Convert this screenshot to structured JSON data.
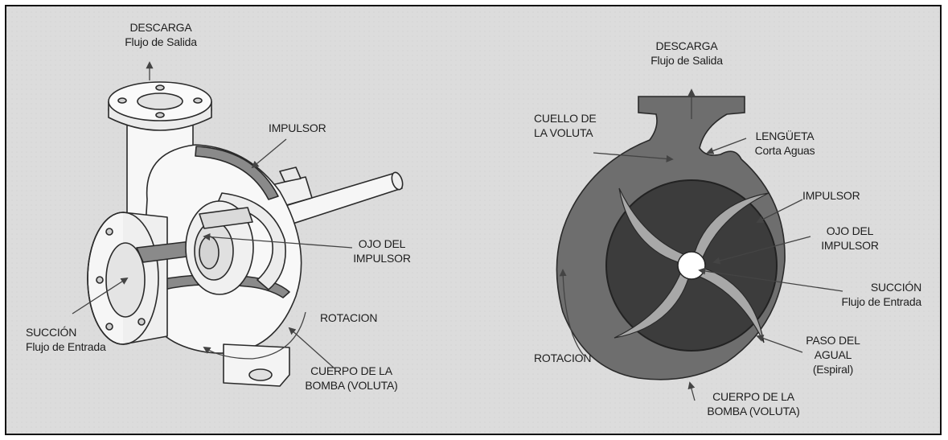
{
  "left": {
    "descarga_1": "DESCARGA",
    "descarga_2": "Flujo de Salida",
    "impulsor": "IMPULSOR",
    "ojo_1": "OJO DEL",
    "ojo_2": "IMPULSOR",
    "succion_1": "SUCCIÓN",
    "succion_2": "Flujo de Entrada",
    "rotacion": "ROTACION",
    "cuerpo_1": "CUERPO DE LA",
    "cuerpo_2": "BOMBA (VOLUTA)"
  },
  "right": {
    "descarga_1": "DESCARGA",
    "descarga_2": "Flujo de Salida",
    "cuello_1": "CUELLO DE",
    "cuello_2": "LA VOLUTA",
    "lengueta_1": "LENGÜETA",
    "lengueta_2": "Corta Aguas",
    "impulsor": "IMPULSOR",
    "ojo_1": "OJO DEL",
    "ojo_2": "IMPULSOR",
    "succion_1": "SUCCIÓN",
    "succion_2": "Flujo de Entrada",
    "paso_1": "PASO DEL",
    "paso_2": "AGUAL",
    "paso_3": "(Espiral)",
    "rotacion": "ROTACION",
    "cuerpo_1": "CUERPO DE LA",
    "cuerpo_2": "BOMBA (VOLUTA)"
  },
  "colors": {
    "background": "#e6e6e6",
    "volute_body": "#6e6e6e",
    "impeller_disc": "#3c3c3c",
    "vanes": "#a8a8a8",
    "outline": "#2a2a2a"
  }
}
